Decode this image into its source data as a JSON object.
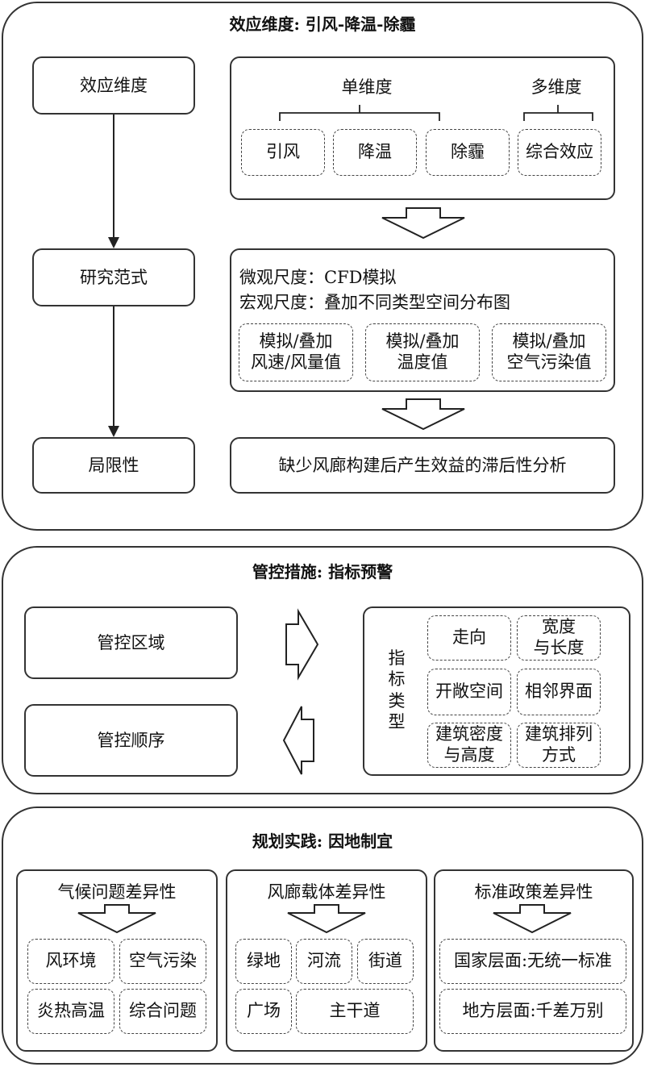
{
  "effects": {
    "title": "效应维度: 引风-降温-除霾",
    "left": {
      "dimension": "效应维度",
      "paradigm": "研究范式",
      "limitation": "局限性"
    },
    "single_dim": "单维度",
    "multi_dim": "多维度",
    "dim_items": [
      "引风",
      "降温",
      "除霾",
      "综合效应"
    ],
    "micro": "微观尺度：CFD模拟",
    "macro": "宏观尺度：叠加不同类型空间分布图",
    "sim_items": [
      "模拟/叠加\n风速/风量值",
      "模拟/叠加\n温度值",
      "模拟/叠加\n空气污染值"
    ],
    "limitation_text": "缺少风廊构建后产生效益的滞后性分析"
  },
  "control": {
    "title": "管控措施: 指标预警",
    "area": "管控区域",
    "order": "管控顺序",
    "index_type": "指\n标\n类\n型",
    "items": [
      "走向",
      "宽度\n与长度",
      "开敞空间",
      "相邻界面",
      "建筑密度\n与高度",
      "建筑排列\n方式"
    ]
  },
  "planning": {
    "title": "规划实践: 因地制宜",
    "climate": {
      "title": "气候问题差异性",
      "items": [
        "风环境",
        "空气污染",
        "炎热高温",
        "综合问题"
      ]
    },
    "carrier": {
      "title": "风廊载体差异性",
      "items": [
        "绿地",
        "河流",
        "街道",
        "广场",
        "主干道"
      ]
    },
    "policy": {
      "title": "标准政策差异性",
      "items": [
        "国家层面:无统一标准",
        "地方层面:千差万别"
      ]
    }
  }
}
